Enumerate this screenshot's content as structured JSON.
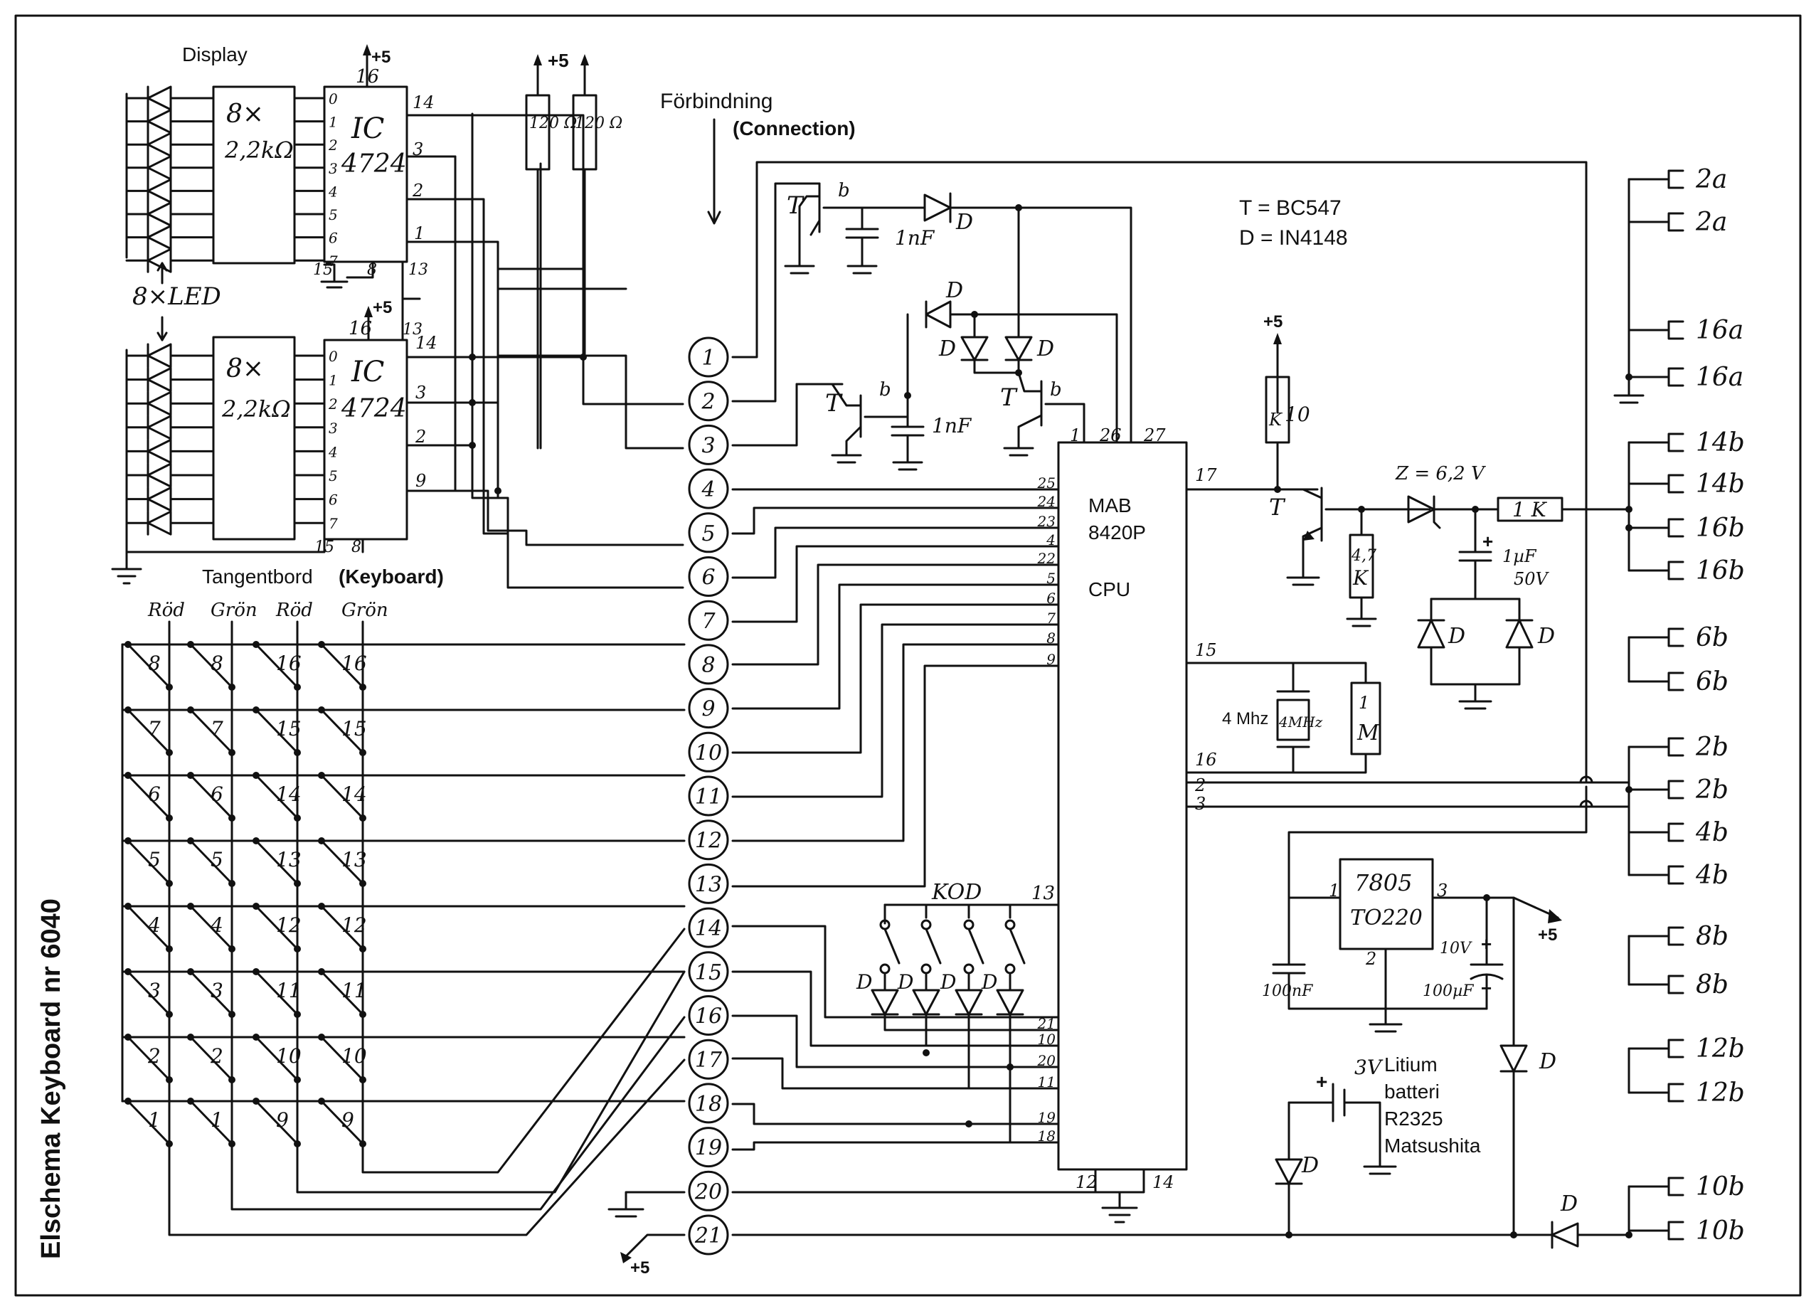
{
  "title_vertical": "Elschema Keyboard nr 6040",
  "display_label": "Display",
  "connection_label_sv": "Förbindning",
  "connection_label_en": "(Connection)",
  "keyboard_label_sv": "Tangentbord",
  "keyboard_label_en": "(Keyboard)",
  "led_label": "8×LED",
  "legend": {
    "t": "T = BC547",
    "d": "D = IN4148"
  },
  "colors": {
    "ink": "#111111",
    "paper": "#ffffff"
  },
  "resistor_arrays": [
    {
      "line1": "8×",
      "line2": "2,2kΩ"
    },
    {
      "line1": "8×",
      "line2": "2,2kΩ"
    }
  ],
  "ic_driver": {
    "line1": "IC",
    "line2": "4724"
  },
  "ic_pins_left": [
    "0",
    "1",
    "2",
    "3",
    "4",
    "5",
    "6",
    "7"
  ],
  "ic_top": {
    "pin16": "16",
    "supply": "+5",
    "pin14": "14",
    "pin3": "3",
    "pin2": "2",
    "pin1": "1",
    "pin15": "15",
    "pin8": "8",
    "pin13": "13"
  },
  "ic_bottom": {
    "pin16": "16",
    "supply": "+5",
    "pin14": "14",
    "pin3": "3",
    "pin2": "2",
    "pin9": "9",
    "pin15": "15",
    "pin8": "8",
    "pin13": "13"
  },
  "pullups": {
    "supply": "+5",
    "r1": "120 Ω",
    "r2": "120 Ω"
  },
  "connector_pins": [
    "1",
    "2",
    "3",
    "4",
    "5",
    "6",
    "7",
    "8",
    "9",
    "10",
    "11",
    "12",
    "13",
    "14",
    "15",
    "16",
    "17",
    "18",
    "19",
    "20",
    "21"
  ],
  "supply_plus5": "+5",
  "transistor": "T",
  "base": "b",
  "diode": "D",
  "cap_1nf": "1nF",
  "kod_label": "KOD",
  "cpu": {
    "line1": "MAB",
    "line2": "8420P",
    "line3": "CPU"
  },
  "cpu_pins_left": [
    "25",
    "24",
    "23",
    "4",
    "22",
    "5",
    "6",
    "7",
    "8",
    "9"
  ],
  "cpu_pins_top": [
    "1",
    "26",
    "27"
  ],
  "cpu_pins_right": {
    "p17": "17",
    "p15": "15",
    "p16": "16",
    "p2": "2",
    "p3": "3"
  },
  "cpu_pins_bottom": [
    "12",
    "14"
  ],
  "cpu_pins_kod": [
    "13",
    "21",
    "10",
    "20",
    "11",
    "19",
    "18"
  ],
  "crystal": {
    "label": "4 Mhz",
    "mark": "4MHz",
    "res_line1": "1",
    "res_line2": "M"
  },
  "output_stage": {
    "r10k_line1": "10",
    "r10k_line2": "K",
    "r47k_line1": "4,7",
    "r47k_line2": "K",
    "zener": "Z = 6,2 V",
    "r1k": "1 K",
    "cap_plus": "+",
    "cap_line1": "1µF",
    "cap_line2": "50V"
  },
  "regulator": {
    "line1": "7805",
    "line2": "TO220",
    "pin1": "1",
    "pin2": "2",
    "pin3": "3",
    "c1": "100nF",
    "c2_line1": "10V",
    "c2_line2": "100µF",
    "plus": "+",
    "minus": "−",
    "out": "+5"
  },
  "battery": {
    "plus": "+",
    "voltage": "3V",
    "line1": "Litium",
    "line2": "batteri",
    "line3": "R2325",
    "line4": "Matsushita"
  },
  "keyboard": {
    "col_labels": [
      "Röd",
      "Grön",
      "Röd",
      "Grön"
    ],
    "rows": [
      [
        "8",
        "8",
        "16",
        "16"
      ],
      [
        "7",
        "7",
        "15",
        "15"
      ],
      [
        "6",
        "6",
        "14",
        "14"
      ],
      [
        "5",
        "5",
        "13",
        "13"
      ],
      [
        "4",
        "4",
        "12",
        "12"
      ],
      [
        "3",
        "3",
        "11",
        "11"
      ],
      [
        "2",
        "2",
        "10",
        "10"
      ],
      [
        "1",
        "1",
        "9",
        "9"
      ]
    ]
  },
  "right_connector_groups": [
    [
      "2a",
      "2a",
      "16a",
      "16a"
    ],
    [
      "14b",
      "14b",
      "16b",
      "16b"
    ],
    [
      "6b",
      "6b"
    ],
    [
      "2b",
      "2b",
      "4b",
      "4b"
    ],
    [
      "8b",
      "8b"
    ],
    [
      "12b",
      "12b"
    ],
    [
      "10b",
      "10b"
    ]
  ]
}
